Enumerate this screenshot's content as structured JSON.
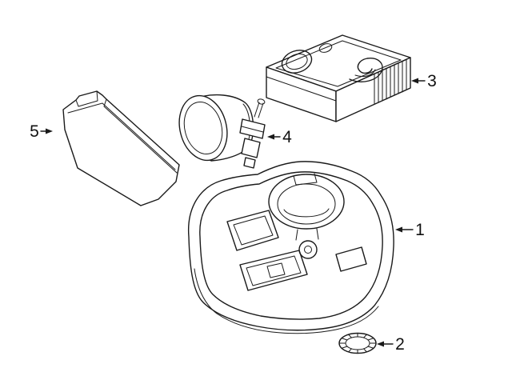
{
  "canvas": {
    "background": "#ffffff",
    "line_color": "#1a1a1a",
    "label_color": "#111111"
  },
  "callouts": {
    "c1": {
      "label": "1"
    },
    "c2": {
      "label": "2"
    },
    "c3": {
      "label": "3"
    },
    "c4": {
      "label": "4"
    },
    "c5": {
      "label": "5"
    }
  }
}
